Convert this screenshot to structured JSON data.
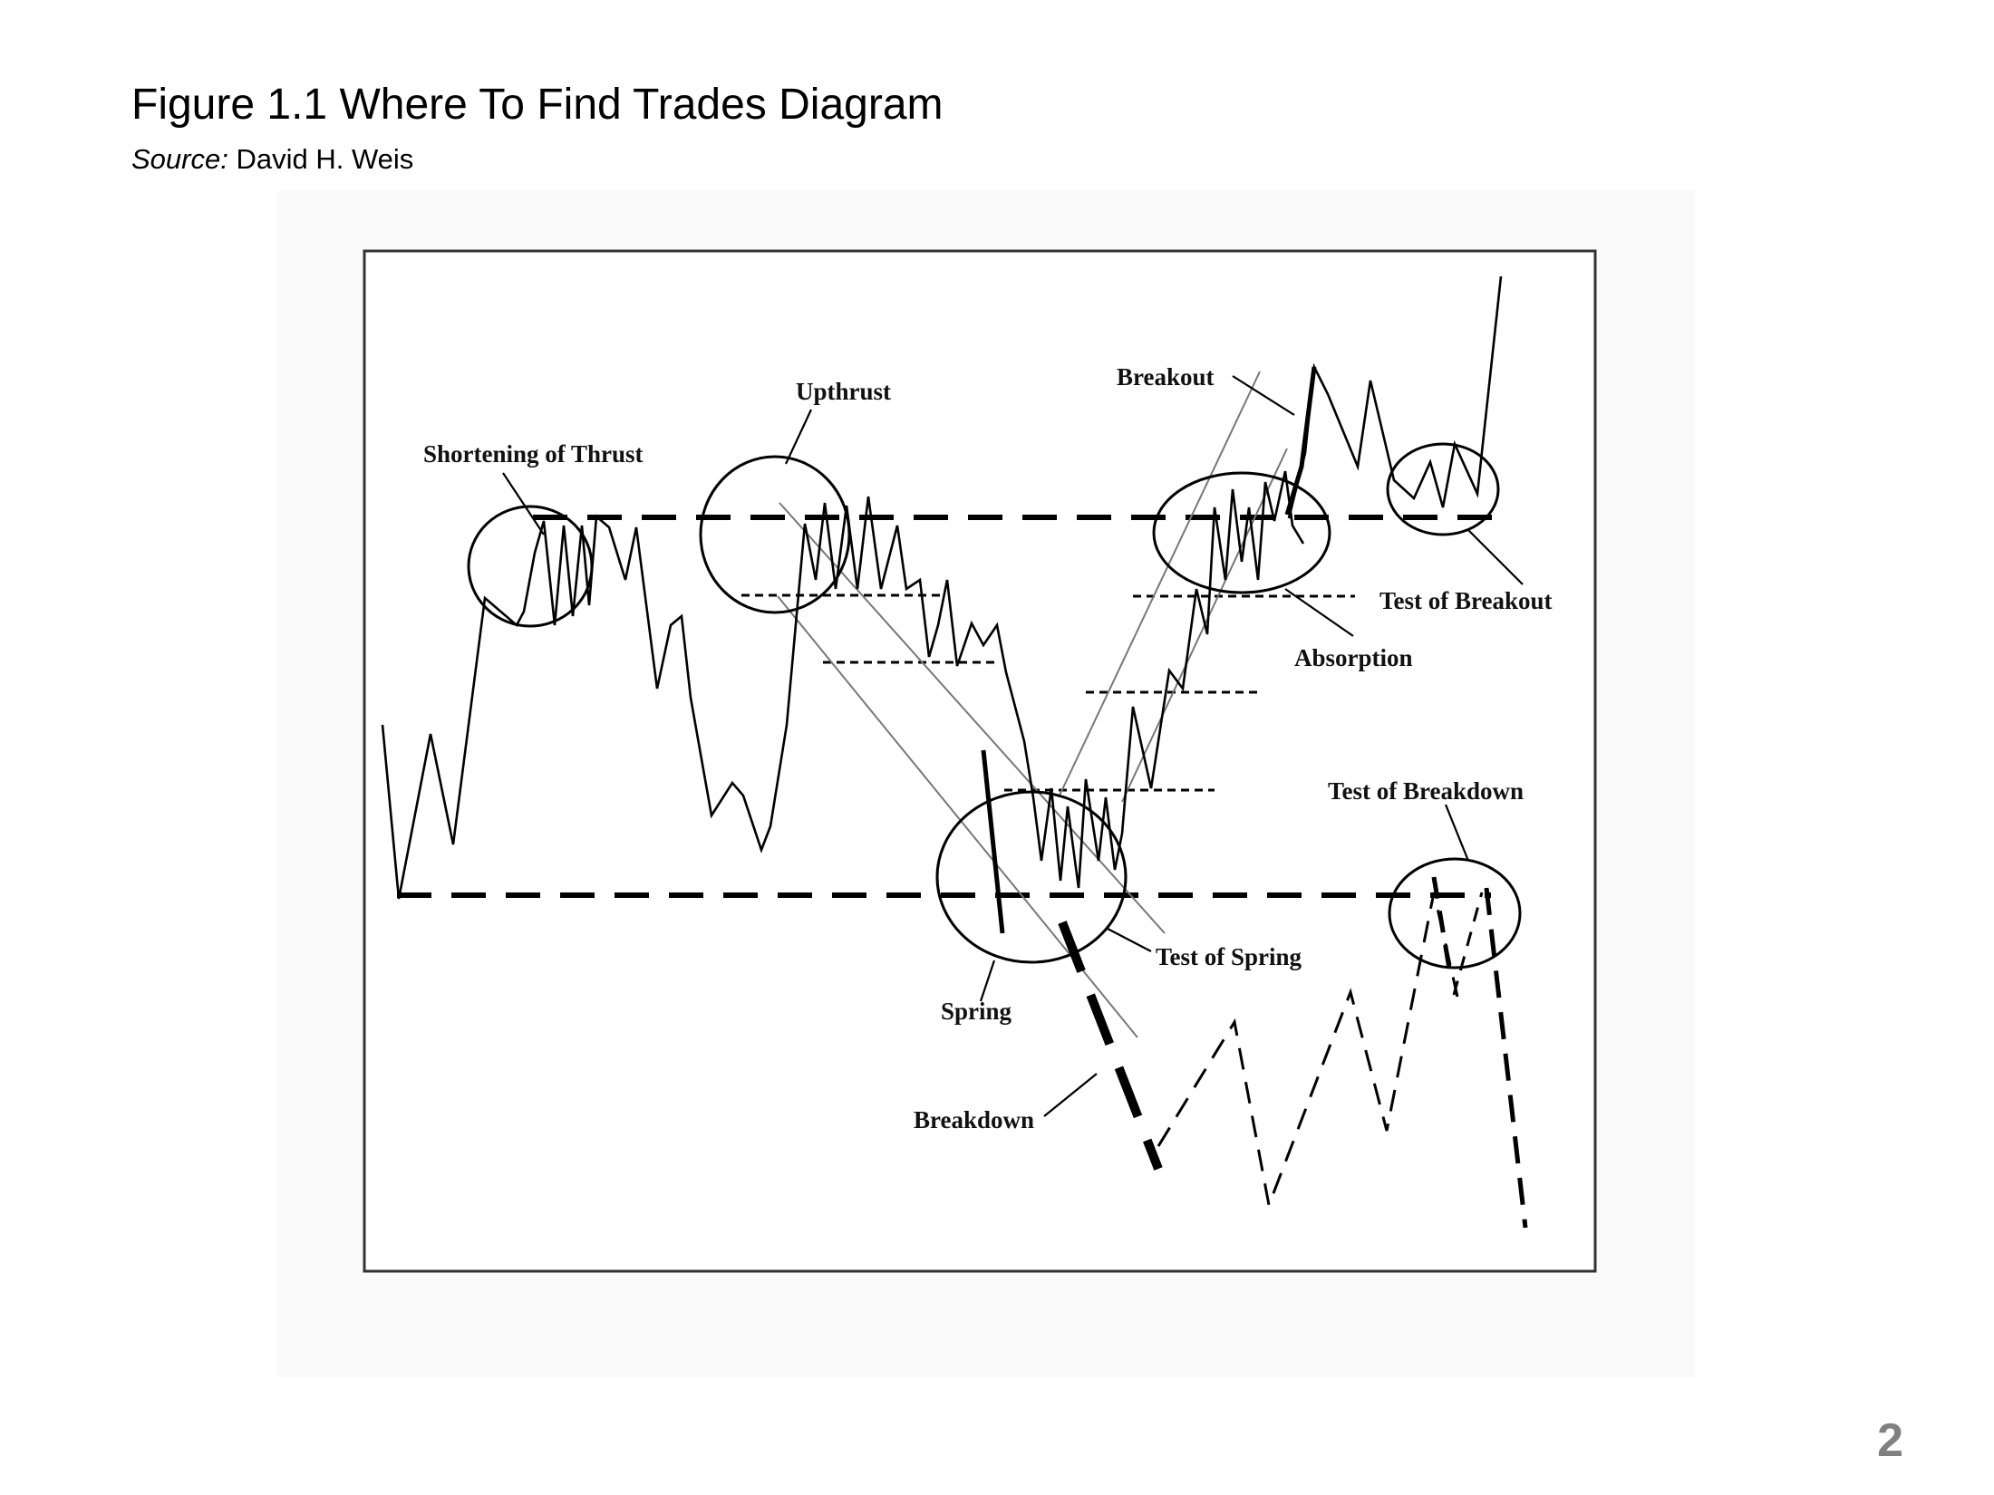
{
  "slide": {
    "title": "Figure 1.1  Where To Find Trades Diagram",
    "source_label": "Source:",
    "source_value": "David H. Weis",
    "page_number": "2"
  },
  "diagram": {
    "labels": {
      "shortening_of_thrust": "Shortening of Thrust",
      "upthrust": "Upthrust",
      "breakout": "Breakout",
      "test_of_breakout": "Test of Breakout",
      "absorption": "Absorption",
      "test_of_breakdown": "Test of Breakdown",
      "test_of_spring": "Test of Spring",
      "spring": "Spring",
      "breakdown": "Breakdown"
    }
  }
}
